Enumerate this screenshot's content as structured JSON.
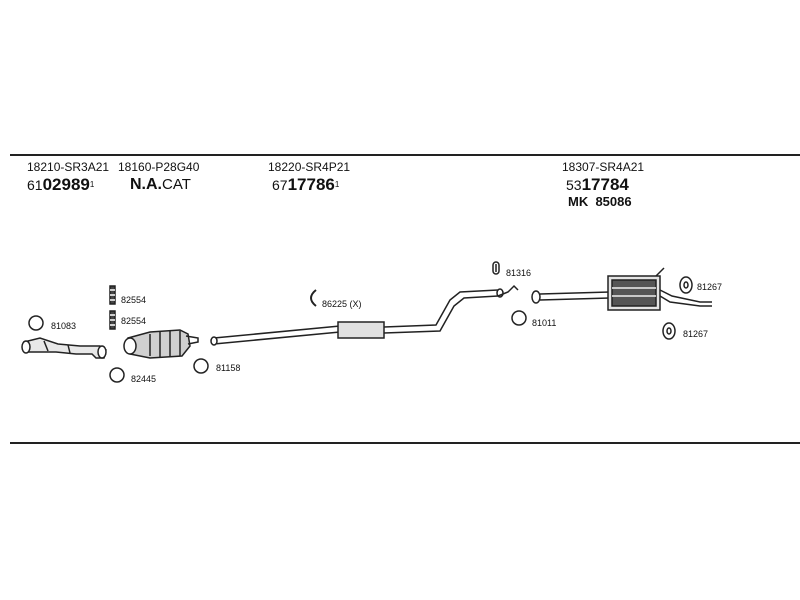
{
  "header": {
    "col1": {
      "part": "18210-SR3A21",
      "ref_prefix": "61",
      "ref_number": "02989",
      "ref_mark": "1"
    },
    "col2": {
      "part": "18160-P28G40",
      "na_bold": "N.A.",
      "na_text": "CAT"
    },
    "col3": {
      "part": "18220-SR4P21",
      "ref_prefix": "67",
      "ref_number": "17786",
      "ref_mark": "1"
    },
    "col4": {
      "part": "18307-SR4A21",
      "ref_prefix": "53",
      "ref_number": "17784",
      "mk_label": "MK",
      "mk_number": "85086"
    }
  },
  "callouts": {
    "gasket_left": "81083",
    "bolt_top": "82554",
    "bolt_bottom": "82554",
    "nut_front": "82445",
    "ring_cat": "81158",
    "clamp": "86225 (X)",
    "hanger": "81316",
    "ring_rear": "81011",
    "mount_top": "81267",
    "mount_bottom": "81267"
  }
}
